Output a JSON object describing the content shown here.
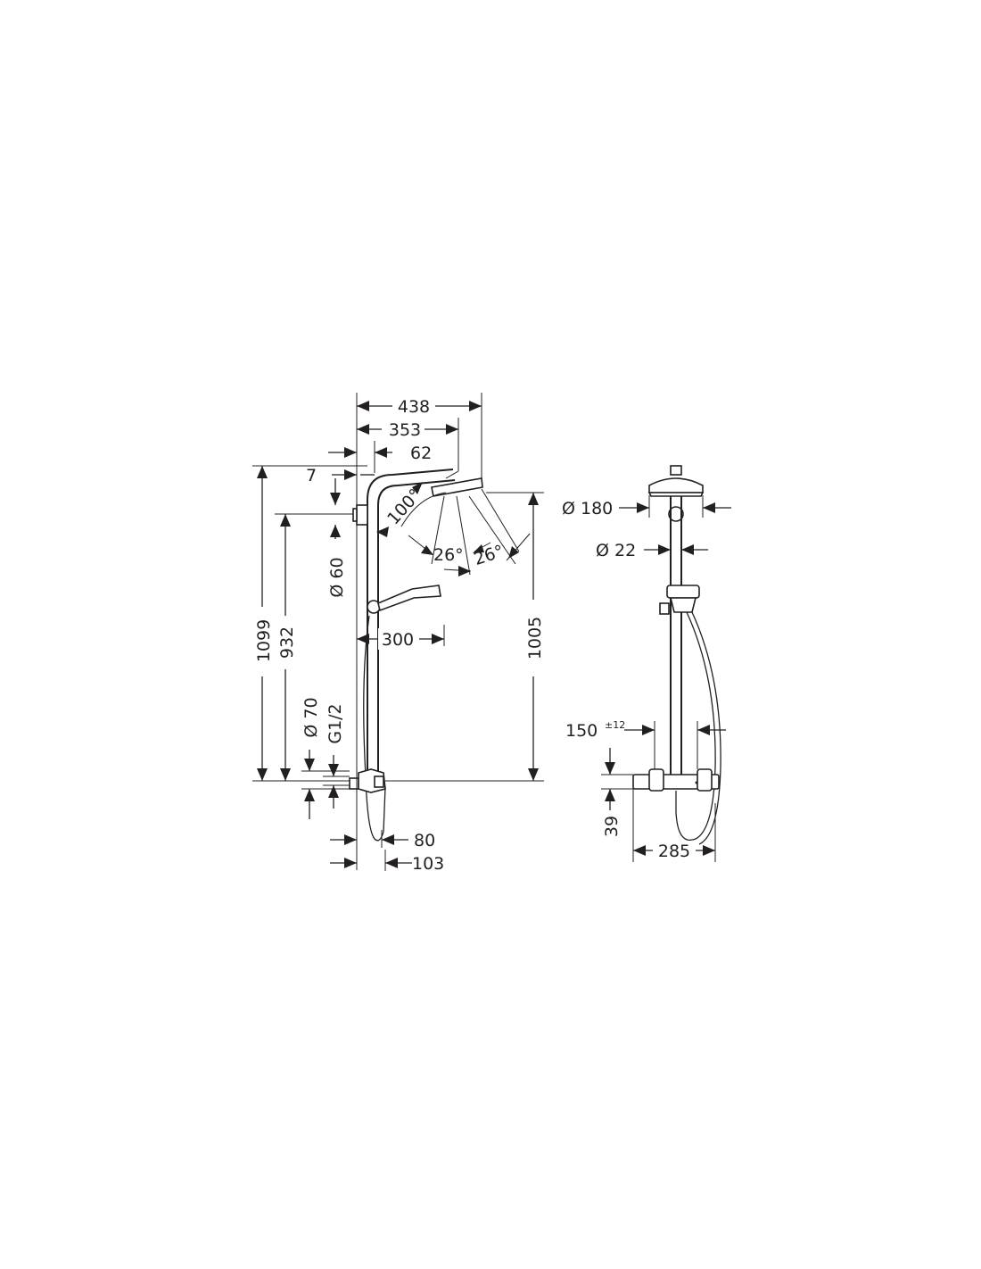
{
  "side_view": {
    "dim_438": "438",
    "dim_353": "353",
    "dim_62": "62",
    "dim_7": "7",
    "dim_100deg": "100°",
    "dim_26deg_a": "26°",
    "dim_26deg_b": "26°",
    "dim_dia60": "Ø 60",
    "dim_300": "300",
    "dim_1099": "1099",
    "dim_932": "932",
    "dim_1005": "1005",
    "dim_dia70": "Ø 70",
    "dim_g12": "G1/2",
    "dim_80": "80",
    "dim_103": "103"
  },
  "front_view": {
    "dim_dia180": "Ø 180",
    "dim_dia22": "Ø 22",
    "dim_150": "150",
    "dim_150_tol": "±12",
    "dim_39": "39",
    "dim_285": "285"
  }
}
